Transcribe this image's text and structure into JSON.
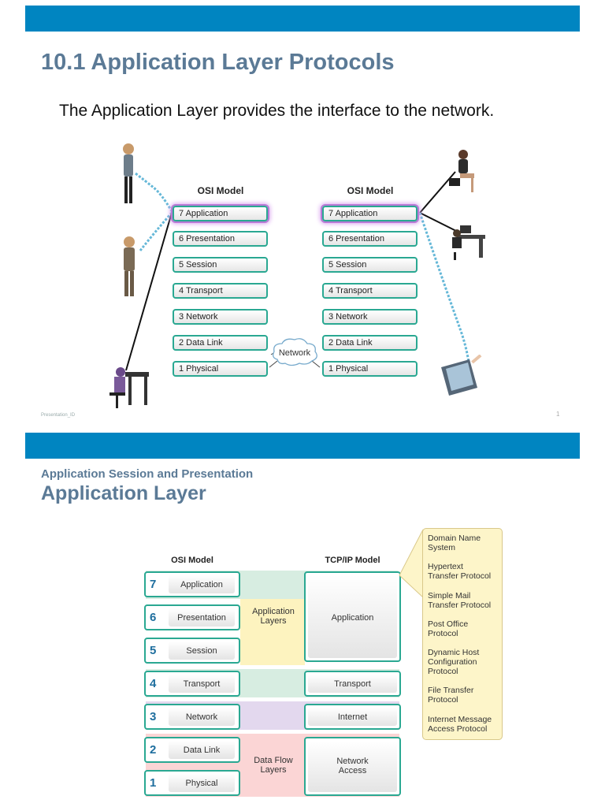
{
  "slide1": {
    "title": "10.1 Application Layer Protocols",
    "subtitle": "The Application Layer provides the interface to the network.",
    "left_model_heading": "OSI Model",
    "right_model_heading": "OSI Model",
    "layers": [
      "7 Application",
      "6 Presentation",
      "5 Session",
      "4 Transport",
      "3 Network",
      "2 Data Link",
      "1 Physical"
    ],
    "cloud_label": "Network",
    "footer_id": "Presentation_ID",
    "page_number": "1"
  },
  "slide2": {
    "section": "Application Session and Presentation",
    "title": "Application Layer",
    "osi_heading": "OSI Model",
    "tcp_heading": "TCP/IP Model",
    "osi_layers": [
      {
        "num": "7",
        "label": "Application"
      },
      {
        "num": "6",
        "label": "Presentation"
      },
      {
        "num": "5",
        "label": "Session"
      },
      {
        "num": "4",
        "label": "Transport"
      },
      {
        "num": "3",
        "label": "Network"
      },
      {
        "num": "2",
        "label": "Data Link"
      },
      {
        "num": "1",
        "label": "Physical"
      }
    ],
    "group_application": "Application\nLayers",
    "group_dataflow": "Data Flow\nLayers",
    "tcp_layers": [
      "Application",
      "Transport",
      "Internet",
      "Network\nAccess"
    ],
    "protocols": [
      "Domain Name\nSystem",
      "Hypertext\nTransfer Protocol",
      "Simple Mail\nTransfer Protocol",
      "Post Office\nProtocol",
      "Dynamic Host\nConfiguration\nProtocol",
      "File Transfer\nProtocol",
      "Internet Message\nAccess Protocol"
    ]
  }
}
